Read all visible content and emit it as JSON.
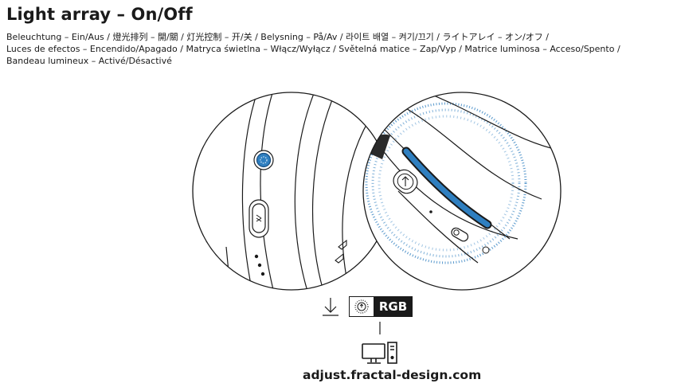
{
  "title": "Light array – On/Off",
  "translations": [
    "Beleuchtung – Ein/Aus / 燈光排列 – 開/關 / 灯光控制 – 开/关 / Belysning – På/Av / 라이트 배열 – 켜기/끄기 / ライトアレイ – オン/オフ /",
    "Luces de efectos – Encendido/Apagado / Matryca świetlna – Włącz/Wyłącz / Světelná matice – Zap/Vyp / Matrice luminosa – Acceso/Spento /",
    "Bandeau lumineux – Activé/Désactivé"
  ],
  "rgb_label": "RGB",
  "url": "adjust.fractal-design.com",
  "icons": [
    "download-arrow-icon",
    "light-array-icon",
    "computer-icon"
  ],
  "colors": {
    "accent": "#2f7fc0",
    "ink": "#1a1a1a"
  }
}
